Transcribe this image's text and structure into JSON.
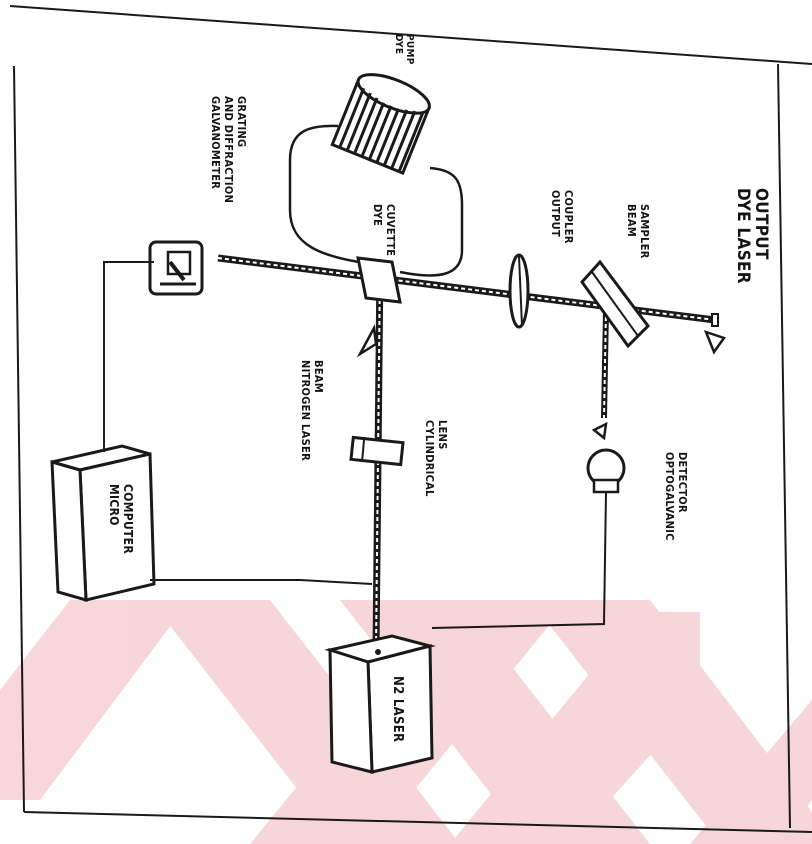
{
  "diagram": {
    "watermark_color": "#f4c9cc",
    "ink_color": "#1a1a1a",
    "labels": {
      "dye_pump": [
        "DYE",
        "PUMP"
      ],
      "galvanometer": [
        "GALVANOMETER",
        "AND DIFFRACTION",
        "GRATING"
      ],
      "dye_cuvette": [
        "DYE",
        "CUVETTE"
      ],
      "output_coupler": [
        "OUTPUT",
        "COUPLER"
      ],
      "beam_sampler": [
        "BEAM",
        "SAMPLER"
      ],
      "dye_laser_output": [
        "DYE LASER",
        "OUTPUT"
      ],
      "nitrogen_laser_beam": [
        "NITROGEN LASER",
        "BEAM"
      ],
      "cylindrical_lens": [
        "CYLINDRICAL",
        "LENS"
      ],
      "optogalvanic_detector": [
        "OPTOGALVANIC",
        "DETECTOR"
      ],
      "micro_computer": [
        "MICRO",
        "COMPUTER"
      ],
      "n2_laser": "N2 LASER"
    }
  }
}
